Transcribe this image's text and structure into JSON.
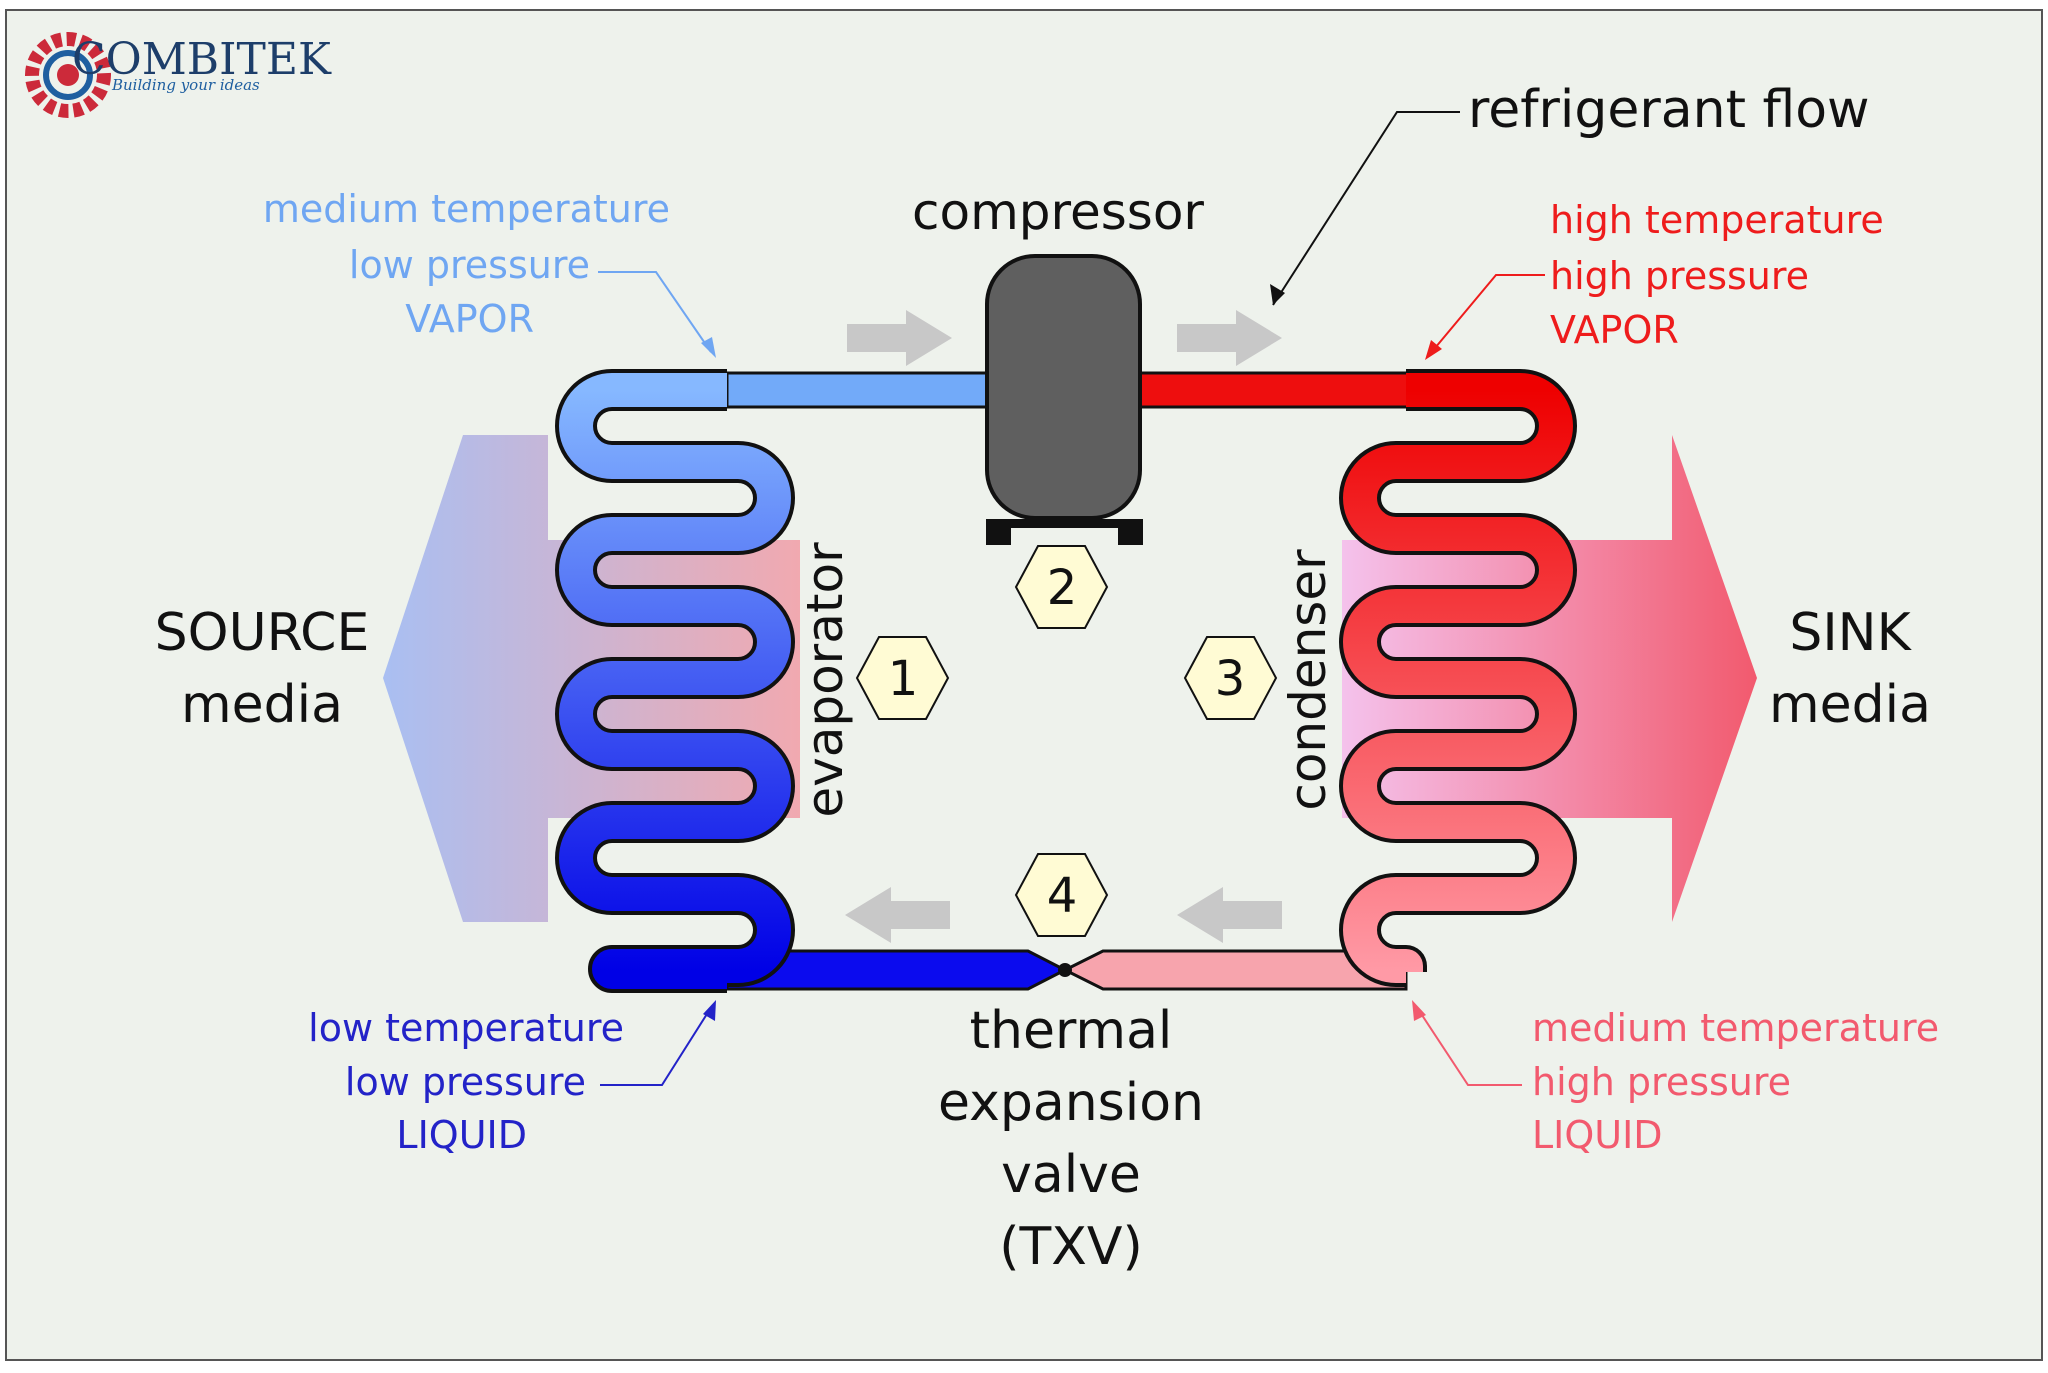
{
  "brand": {
    "name": "COMBITEK",
    "tagline": "Building your ideas",
    "logo_color": "#cc2a3a",
    "logo_accent": "#1f5fa0"
  },
  "labels": {
    "refrigerant_flow": "refrigerant flow",
    "compressor": "compressor",
    "evaporator": "evaporator",
    "condenser": "condenser",
    "source": [
      "SOURCE",
      "media"
    ],
    "sink": [
      "SINK",
      "media"
    ],
    "txv": [
      "thermal",
      "expansion",
      "valve",
      "(TXV)"
    ]
  },
  "states": {
    "evap_out": {
      "lines": [
        "medium temperature",
        "low pressure",
        "VAPOR"
      ],
      "color": "#6fa6f2"
    },
    "comp_out": {
      "lines": [
        "high temperature",
        "high pressure",
        "VAPOR"
      ],
      "color": "#ee1c1c"
    },
    "evap_in": {
      "lines": [
        "low temperature",
        "low pressure",
        "LIQUID"
      ],
      "color": "#2323c8"
    },
    "cond_out": {
      "lines": [
        "medium temperature",
        "high pressure",
        "LIQUID"
      ],
      "color": "#f25a6e"
    }
  },
  "steps": [
    "1",
    "2",
    "3",
    "4"
  ],
  "colors": {
    "background": "#eef2ec",
    "cold_light": "#86b8ff",
    "cold_dark": "#0000e6",
    "hot_dark": "#ee0000",
    "hot_light": "#ff9aa6",
    "compressor": "#5f5f5f",
    "flow_arrow": "#c8c8c8",
    "badge_fill": "#fffbd4"
  }
}
